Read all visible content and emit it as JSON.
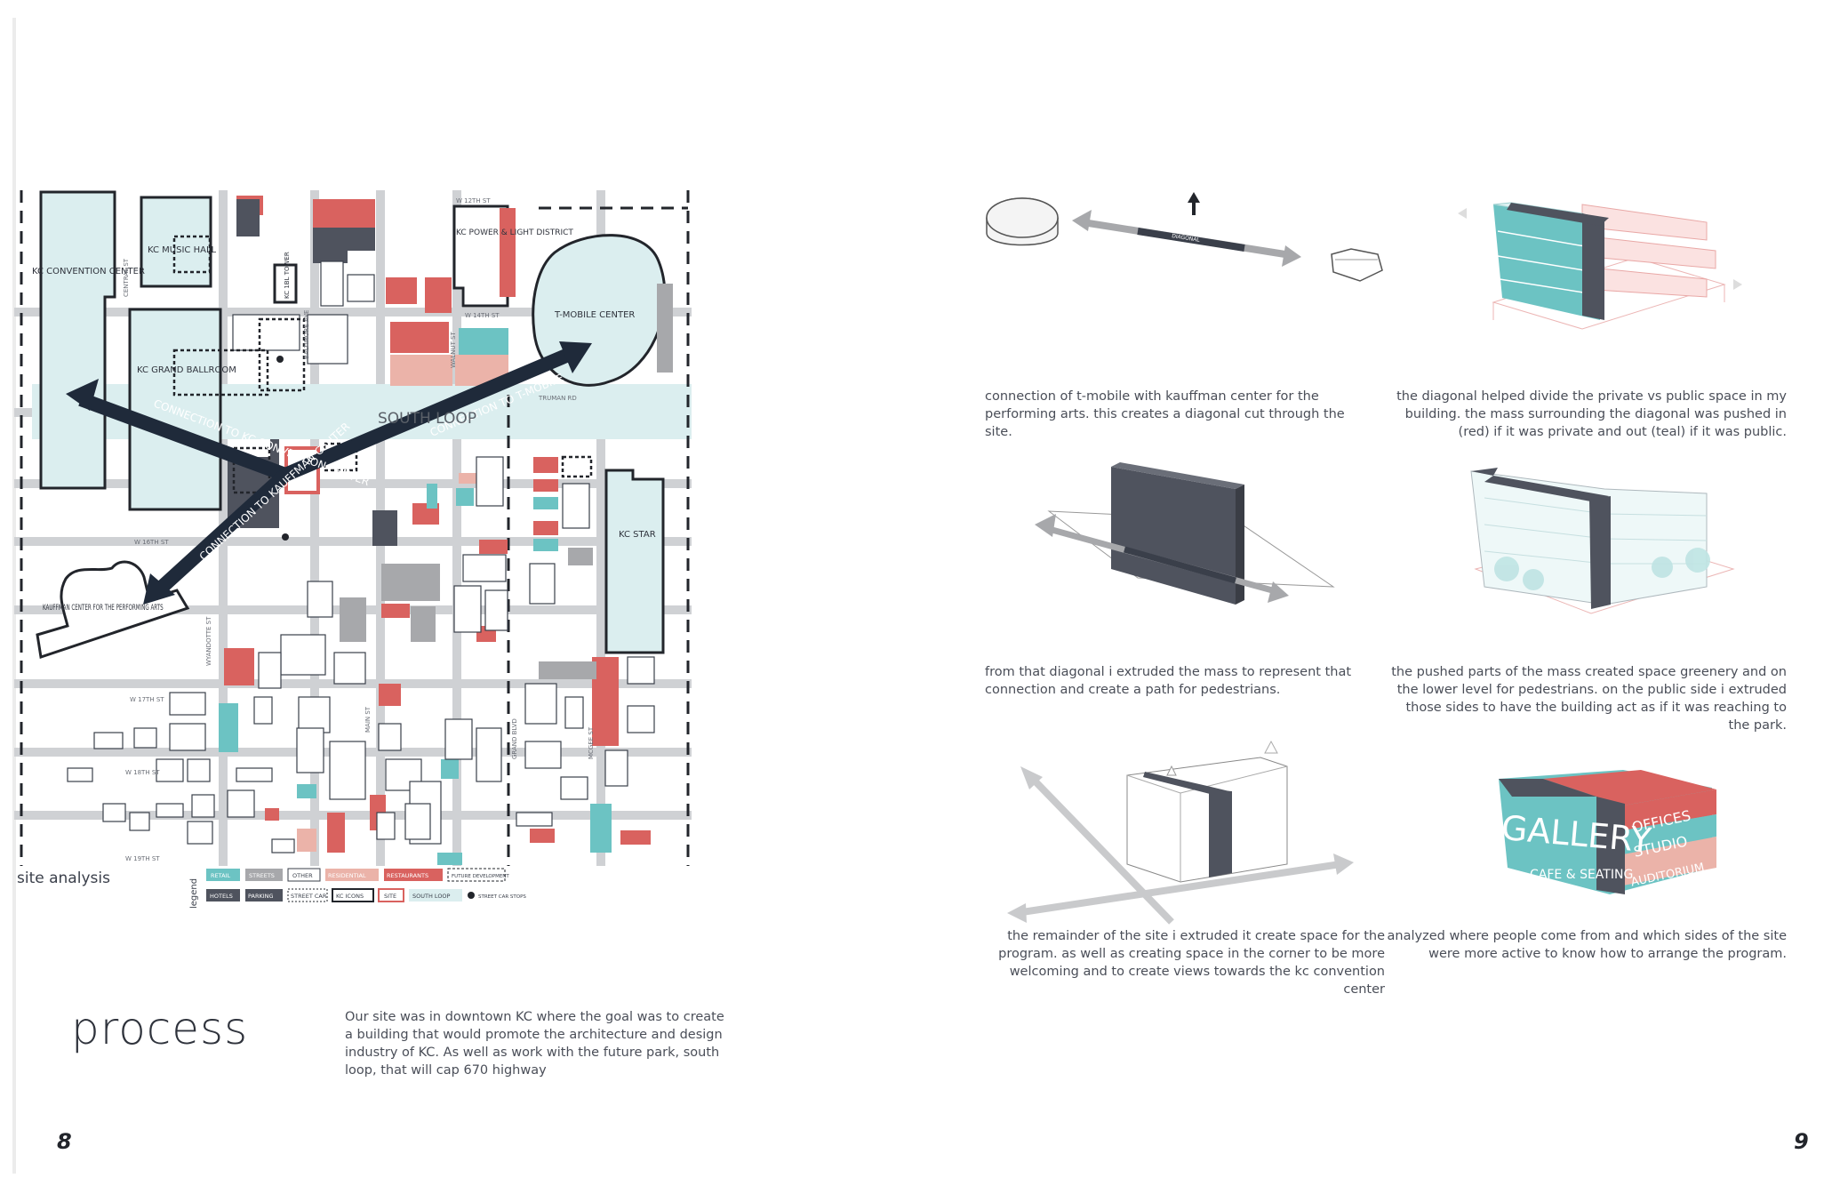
{
  "map": {
    "site_analysis_label": "site analysis",
    "streets": [
      "W 12TH ST",
      "CENTRAL ST",
      "BALTIMORE AVE",
      "W 14TH ST",
      "WALNUT ST",
      "TRUMAN RD",
      "W 16TH ST",
      "WYANDOTTE ST",
      "W 17TH ST",
      "W 18TH ST",
      "MAIN ST",
      "GRAND BLVD",
      "MCGEE ST",
      "W 19TH ST"
    ],
    "places": {
      "music_hall": "KC MUSIC HALL",
      "grand_ballroom": "KC GRAND BALLROOM",
      "convention_center": "KC CONVENTION CENTER",
      "tower": "KC 1BL TOWER",
      "power_light": "KC POWER & LIGHT DISTRICT",
      "tmobile": "T-MOBILE CENTER",
      "south_loop": "SOUTH LOOP",
      "kc_star": "KC STAR",
      "kauffman": "KAUFFMAN CENTER FOR THE PERFORMING ARTS"
    },
    "arrows": {
      "to_convention": "CONNECTION TO KC CONVENTION CENTER",
      "to_tmobile": "CONNECTION TO T-MOBILE",
      "to_kauffman": "CONNECTION TO KAUFFMAN CENTER"
    }
  },
  "legend": {
    "title": "legend",
    "items": {
      "retail": "RETAIL",
      "streets": "STREETS",
      "other": "OTHER",
      "residential": "RESIDENTIAL",
      "restaurants": "RESTAURANTS",
      "future": "FUTURE DEVELOPMENT",
      "hotels": "HOTELS",
      "parking": "PARKING",
      "streetcar": "STREET CAR",
      "kc_icons": "KC ICONS",
      "site": "SITE",
      "south_loop": "SOUTH LOOP",
      "stops": "STREET CAR STOPS"
    }
  },
  "process": {
    "title": "process",
    "intro": "Our site was in downtown KC where the goal was to create a building that would promote the architecture and design industry of KC. As well as work with the future park, south loop, that will cap 670 highway"
  },
  "diagrams": {
    "d1_label": "DIAGONAL",
    "d1": "connection of t-mobile with kauffman center for the performing arts. this creates a diagonal cut through the site.",
    "d2": "the diagonal helped divide the private vs public space in my building. the mass surrounding the diagonal was pushed in (red) if it was private and out (teal) if it was public.",
    "d3": "from that diagonal i extruded the mass to represent that connection and create a path for pedestrians.",
    "d4": "the pushed parts of the mass created space greenery and on the lower level for pedestrians. on the public side i extruded those sides to have the building act as if it was reaching to the park.",
    "d5": "the remainder of the site i extruded it create space for the program. as well as creating space in the corner to be more welcoming and to create views towards the kc convention center",
    "d6": "analyzed where people come from and which sides of the site were more active to know how to arrange the program.",
    "program": {
      "gallery": "GALLERY",
      "offices": "OFFICES",
      "studio": "STUDIO",
      "auditorium": "AUDITORIUM",
      "cafe": "CAFE & SEATING"
    }
  },
  "pages": {
    "left": "8",
    "right": "9"
  },
  "colors": {
    "teal": "#6cc3c3",
    "red": "#d9625f",
    "pink": "#ebb3a9",
    "dark": "#4f535e",
    "grey": "#a7a8ab",
    "lightblue": "#dbeeef",
    "navy": "#1f2a3a"
  }
}
